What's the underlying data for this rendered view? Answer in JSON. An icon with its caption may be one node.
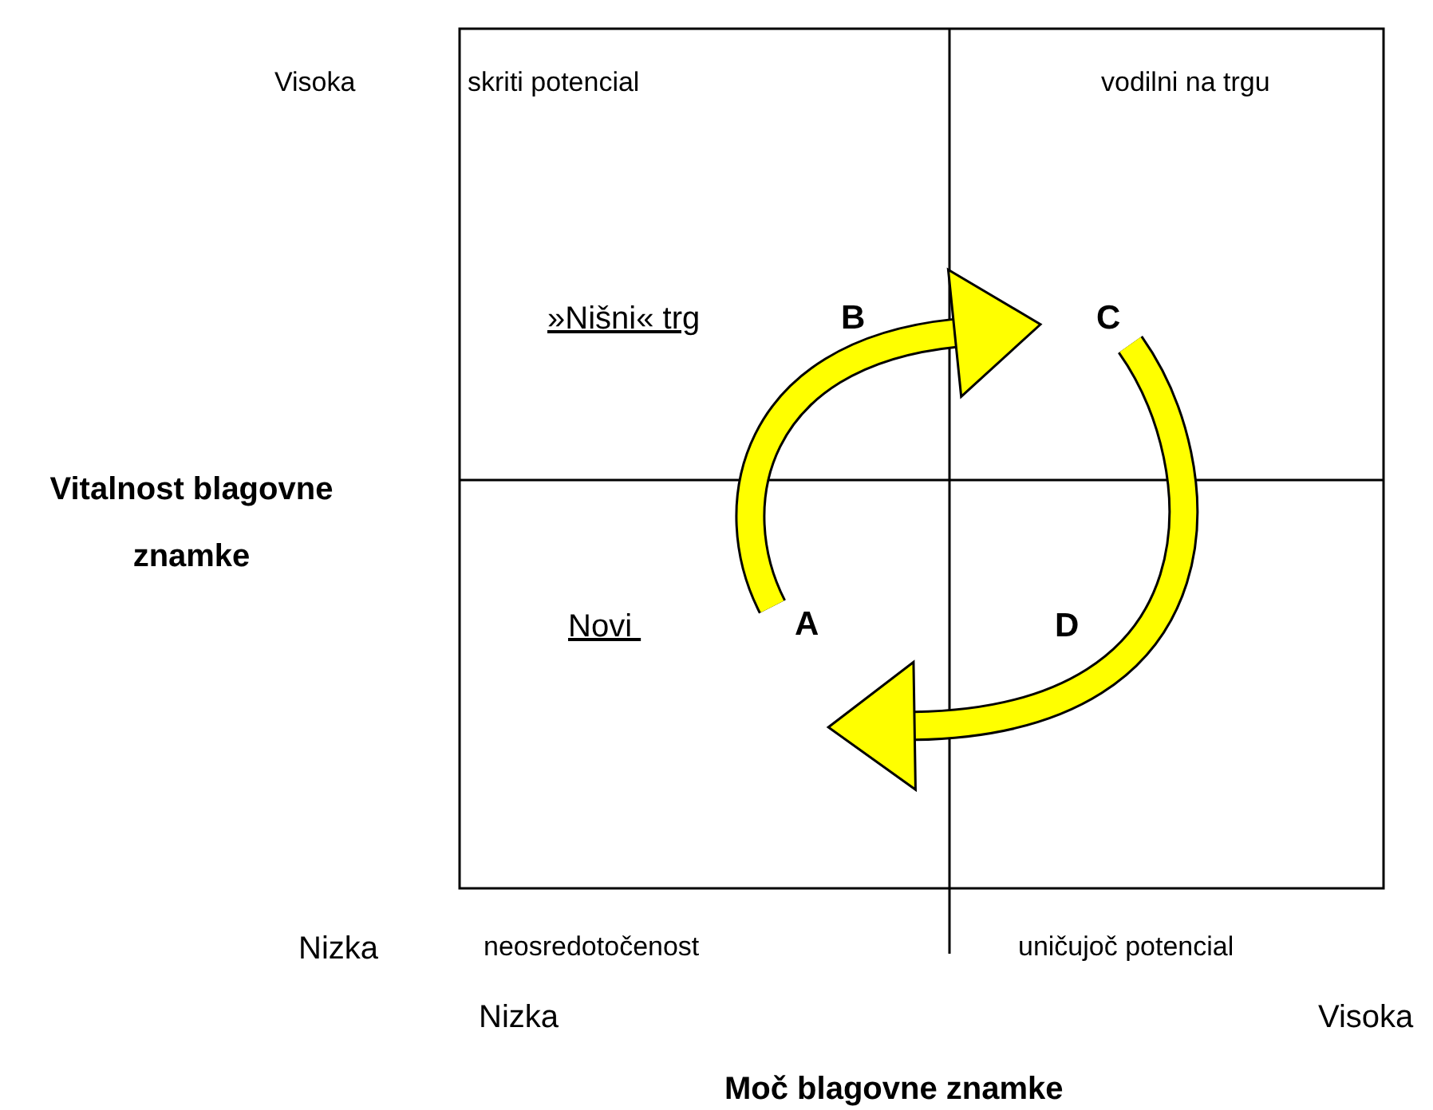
{
  "diagram": {
    "nodes": [
      {
        "text": [
          "A"
        ]
      },
      {
        "text": [
          "C"
        ]
      }
    ],
    "edges": [
      {
        "from": 0,
        "to": 1,
        "arrow": "to"
      },
      {
        "from": 1,
        "to": 0,
        "arrow": "to"
      }
    ],
    "labels": [
      "Visoka",
      "skriti potencial",
      "vodilni na trgu",
      "»Nišni« trg",
      "B",
      "Vitalnost blagovne znamke",
      "Novi ",
      "D",
      "Nizka",
      "neosredotočenost",
      "uničujoč potencial",
      "Nizka",
      "Visoka",
      "Moč blagovne znamke"
    ]
  }
}
